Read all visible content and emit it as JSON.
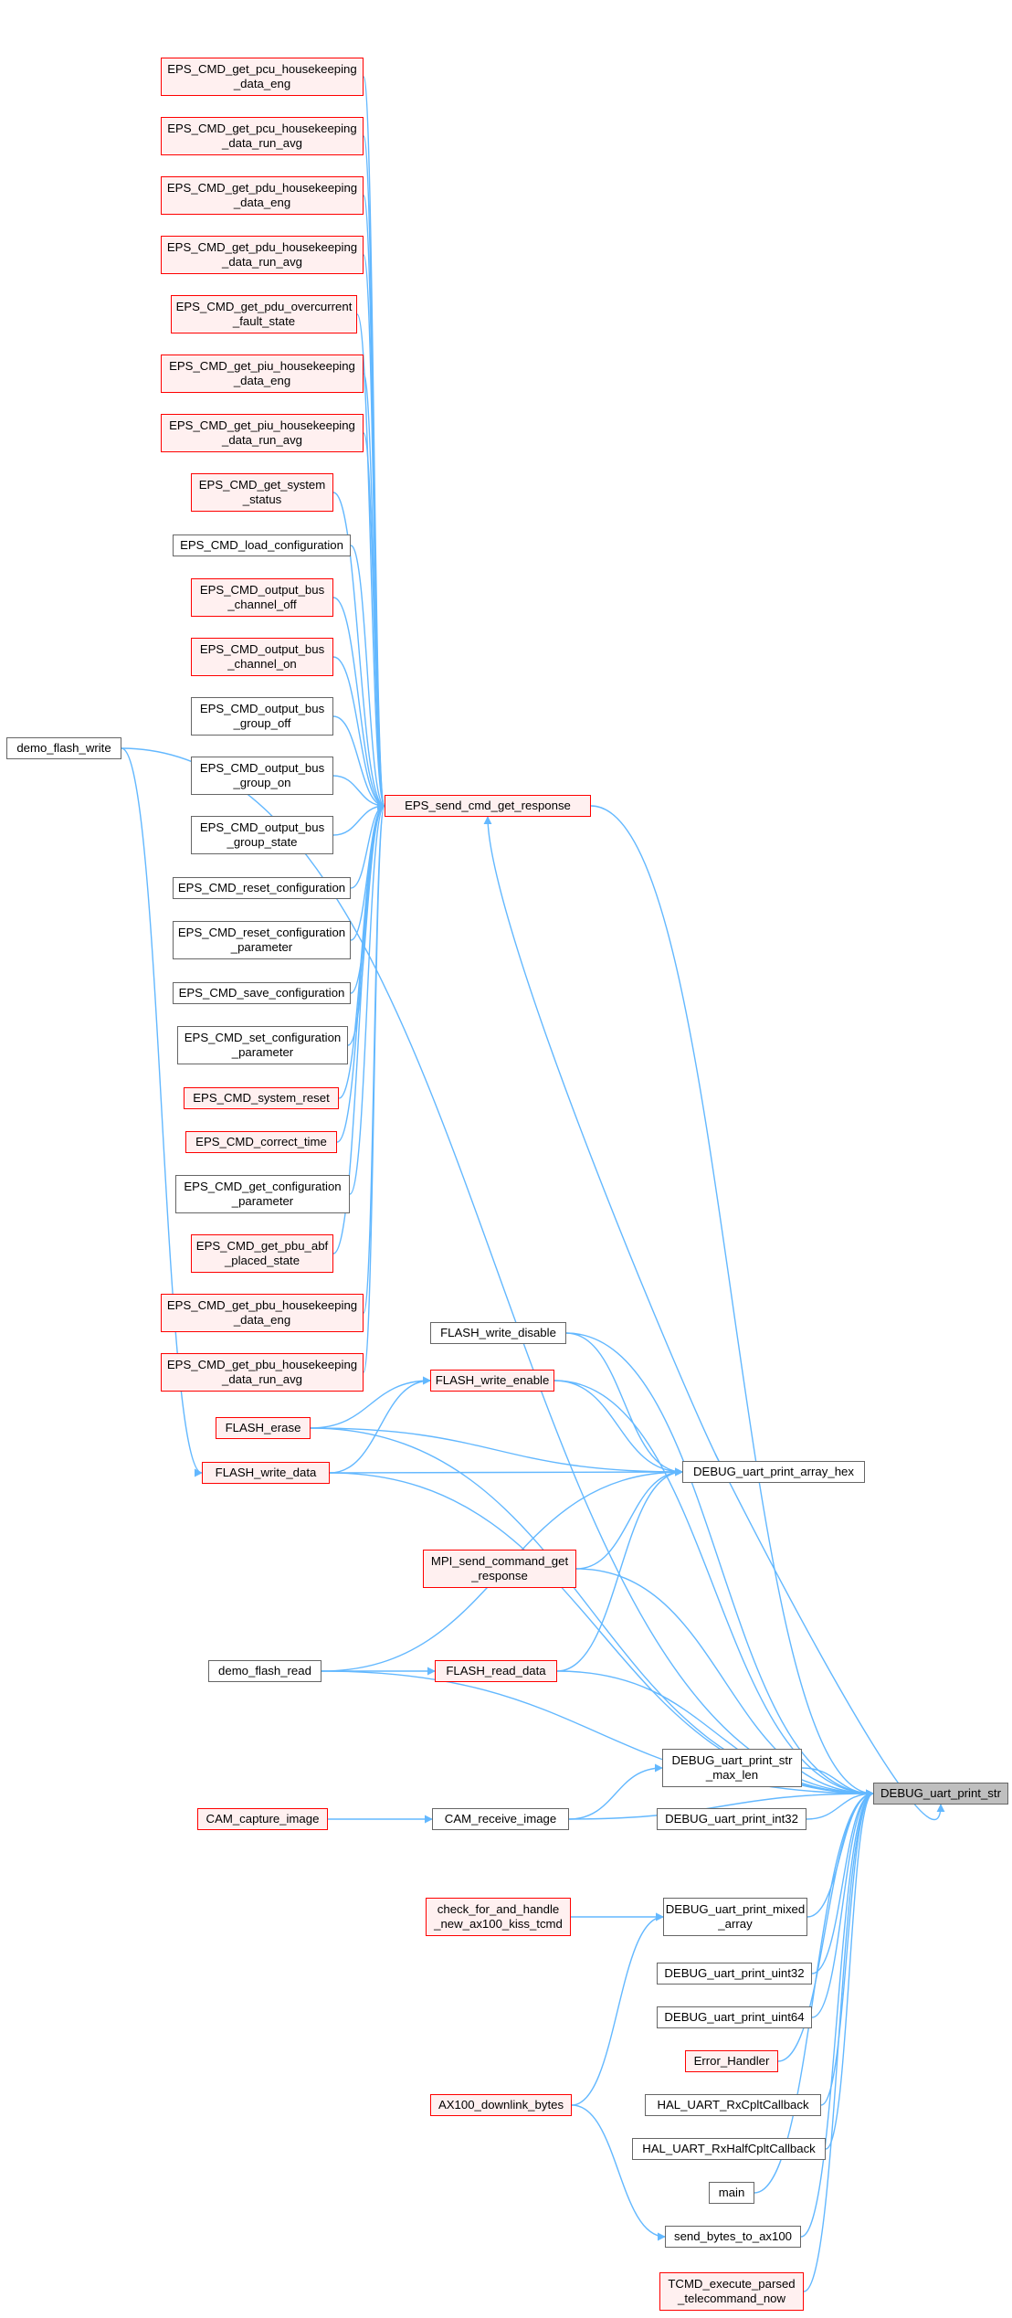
{
  "graph": {
    "edge_color": "#63b8ff",
    "node_border": "#666666",
    "node_border_highlight": "#ff0000",
    "node_fill_highlight": "#fff0f0",
    "node_fill_focus": "#bfbfbf",
    "focus_node": "DEBUG_uart_print_str",
    "nodes": [
      {
        "id": "pcu_eng",
        "lines": [
          "EPS_CMD_get_pcu_housekeeping",
          "_data_eng"
        ],
        "style": "red"
      },
      {
        "id": "pcu_avg",
        "lines": [
          "EPS_CMD_get_pcu_housekeeping",
          "_data_run_avg"
        ],
        "style": "red"
      },
      {
        "id": "pdu_eng",
        "lines": [
          "EPS_CMD_get_pdu_housekeeping",
          "_data_eng"
        ],
        "style": "red"
      },
      {
        "id": "pdu_avg",
        "lines": [
          "EPS_CMD_get_pdu_housekeeping",
          "_data_run_avg"
        ],
        "style": "red"
      },
      {
        "id": "pdu_oc",
        "lines": [
          "EPS_CMD_get_pdu_overcurrent",
          "_fault_state"
        ],
        "style": "red"
      },
      {
        "id": "piu_eng",
        "lines": [
          "EPS_CMD_get_piu_housekeeping",
          "_data_eng"
        ],
        "style": "red"
      },
      {
        "id": "piu_avg",
        "lines": [
          "EPS_CMD_get_piu_housekeeping",
          "_data_run_avg"
        ],
        "style": "red"
      },
      {
        "id": "sys_status",
        "lines": [
          "EPS_CMD_get_system",
          "_status"
        ],
        "style": "red"
      },
      {
        "id": "load_cfg",
        "lines": [
          "EPS_CMD_load_configuration"
        ],
        "style": "normal"
      },
      {
        "id": "ch_off",
        "lines": [
          "EPS_CMD_output_bus",
          "_channel_off"
        ],
        "style": "red"
      },
      {
        "id": "ch_on",
        "lines": [
          "EPS_CMD_output_bus",
          "_channel_on"
        ],
        "style": "red"
      },
      {
        "id": "grp_off",
        "lines": [
          "EPS_CMD_output_bus",
          "_group_off"
        ],
        "style": "normal"
      },
      {
        "id": "grp_on",
        "lines": [
          "EPS_CMD_output_bus",
          "_group_on"
        ],
        "style": "normal"
      },
      {
        "id": "grp_state",
        "lines": [
          "EPS_CMD_output_bus",
          "_group_state"
        ],
        "style": "normal"
      },
      {
        "id": "reset_cfg",
        "lines": [
          "EPS_CMD_reset_configuration"
        ],
        "style": "normal"
      },
      {
        "id": "reset_cfg_param",
        "lines": [
          "EPS_CMD_reset_configuration",
          "_parameter"
        ],
        "style": "normal"
      },
      {
        "id": "save_cfg",
        "lines": [
          "EPS_CMD_save_configuration"
        ],
        "style": "normal"
      },
      {
        "id": "set_cfg_param",
        "lines": [
          "EPS_CMD_set_configuration",
          "_parameter"
        ],
        "style": "normal"
      },
      {
        "id": "sys_reset",
        "lines": [
          "EPS_CMD_system_reset"
        ],
        "style": "red"
      },
      {
        "id": "correct_time",
        "lines": [
          "EPS_CMD_correct_time"
        ],
        "style": "red"
      },
      {
        "id": "get_cfg_param",
        "lines": [
          "EPS_CMD_get_configuration",
          "_parameter"
        ],
        "style": "normal"
      },
      {
        "id": "pbu_abf",
        "lines": [
          "EPS_CMD_get_pbu_abf",
          "_placed_state"
        ],
        "style": "red"
      },
      {
        "id": "pbu_eng",
        "lines": [
          "EPS_CMD_get_pbu_housekeeping",
          "_data_eng"
        ],
        "style": "red"
      },
      {
        "id": "pbu_avg",
        "lines": [
          "EPS_CMD_get_pbu_housekeeping",
          "_data_run_avg"
        ],
        "style": "red"
      },
      {
        "id": "eps_send",
        "lines": [
          "EPS_send_cmd_get_response"
        ],
        "style": "red"
      },
      {
        "id": "demo_write",
        "lines": [
          "demo_flash_write"
        ],
        "style": "normal"
      },
      {
        "id": "flash_wd",
        "lines": [
          "FLASH_write_disable"
        ],
        "style": "normal"
      },
      {
        "id": "flash_we",
        "lines": [
          "FLASH_write_enable"
        ],
        "style": "red"
      },
      {
        "id": "flash_erase",
        "lines": [
          "FLASH_erase"
        ],
        "style": "red"
      },
      {
        "id": "flash_wdata",
        "lines": [
          "FLASH_write_data"
        ],
        "style": "red"
      },
      {
        "id": "print_hex",
        "lines": [
          "DEBUG_uart_print_array_hex"
        ],
        "style": "normal"
      },
      {
        "id": "mpi_send",
        "lines": [
          "MPI_send_command_get",
          "_response"
        ],
        "style": "red"
      },
      {
        "id": "demo_read",
        "lines": [
          "demo_flash_read"
        ],
        "style": "normal"
      },
      {
        "id": "flash_rdata",
        "lines": [
          "FLASH_read_data"
        ],
        "style": "red"
      },
      {
        "id": "print_str_max",
        "lines": [
          "DEBUG_uart_print_str",
          "_max_len"
        ],
        "style": "normal"
      },
      {
        "id": "print_str",
        "lines": [
          "DEBUG_uart_print_str"
        ],
        "style": "focus"
      },
      {
        "id": "cam_capture",
        "lines": [
          "CAM_capture_image"
        ],
        "style": "red"
      },
      {
        "id": "cam_receive",
        "lines": [
          "CAM_receive_image"
        ],
        "style": "normal"
      },
      {
        "id": "print_int32",
        "lines": [
          "DEBUG_uart_print_int32"
        ],
        "style": "normal"
      },
      {
        "id": "check_ax100",
        "lines": [
          "check_for_and_handle",
          "_new_ax100_kiss_tcmd"
        ],
        "style": "red"
      },
      {
        "id": "print_mixed",
        "lines": [
          "DEBUG_uart_print_mixed",
          "_array"
        ],
        "style": "normal"
      },
      {
        "id": "print_uint32",
        "lines": [
          "DEBUG_uart_print_uint32"
        ],
        "style": "normal"
      },
      {
        "id": "print_uint64",
        "lines": [
          "DEBUG_uart_print_uint64"
        ],
        "style": "normal"
      },
      {
        "id": "error_handler",
        "lines": [
          "Error_Handler"
        ],
        "style": "red"
      },
      {
        "id": "hal_rx",
        "lines": [
          "HAL_UART_RxCpltCallback"
        ],
        "style": "normal"
      },
      {
        "id": "hal_rxhalf",
        "lines": [
          "HAL_UART_RxHalfCpltCallback"
        ],
        "style": "normal"
      },
      {
        "id": "ax100_down",
        "lines": [
          "AX100_downlink_bytes"
        ],
        "style": "red"
      },
      {
        "id": "main",
        "lines": [
          "main"
        ],
        "style": "normal"
      },
      {
        "id": "send_ax100",
        "lines": [
          "send_bytes_to_ax100"
        ],
        "style": "normal"
      },
      {
        "id": "tcmd_exec",
        "lines": [
          "TCMD_execute_parsed",
          "_telecommand_now"
        ],
        "style": "red"
      }
    ],
    "edges": [
      [
        "demo_write",
        "print_str"
      ],
      [
        "demo_write",
        "flash_wdata"
      ],
      [
        "pcu_eng",
        "eps_send"
      ],
      [
        "pcu_avg",
        "eps_send"
      ],
      [
        "pdu_eng",
        "eps_send"
      ],
      [
        "pdu_avg",
        "eps_send"
      ],
      [
        "pdu_oc",
        "eps_send"
      ],
      [
        "piu_eng",
        "eps_send"
      ],
      [
        "piu_avg",
        "eps_send"
      ],
      [
        "sys_status",
        "eps_send"
      ],
      [
        "load_cfg",
        "eps_send"
      ],
      [
        "ch_off",
        "eps_send"
      ],
      [
        "ch_on",
        "eps_send"
      ],
      [
        "grp_off",
        "eps_send"
      ],
      [
        "grp_on",
        "eps_send"
      ],
      [
        "grp_state",
        "eps_send"
      ],
      [
        "reset_cfg",
        "eps_send"
      ],
      [
        "reset_cfg_param",
        "eps_send"
      ],
      [
        "save_cfg",
        "eps_send"
      ],
      [
        "set_cfg_param",
        "eps_send"
      ],
      [
        "sys_reset",
        "eps_send"
      ],
      [
        "correct_time",
        "eps_send"
      ],
      [
        "get_cfg_param",
        "eps_send"
      ],
      [
        "pbu_abf",
        "eps_send"
      ],
      [
        "pbu_eng",
        "eps_send"
      ],
      [
        "pbu_avg",
        "eps_send"
      ],
      [
        "eps_send",
        "print_str"
      ],
      [
        "print_hex",
        "eps_send"
      ],
      [
        "flash_wd",
        "print_str"
      ],
      [
        "flash_wd",
        "print_hex"
      ],
      [
        "flash_we",
        "print_str"
      ],
      [
        "flash_we",
        "print_hex"
      ],
      [
        "flash_erase",
        "flash_we"
      ],
      [
        "flash_erase",
        "print_hex"
      ],
      [
        "flash_erase",
        "print_str"
      ],
      [
        "flash_wdata",
        "flash_we"
      ],
      [
        "flash_wdata",
        "print_hex"
      ],
      [
        "flash_wdata",
        "print_str"
      ],
      [
        "print_hex",
        "print_str"
      ],
      [
        "mpi_send",
        "print_hex"
      ],
      [
        "mpi_send",
        "print_str"
      ],
      [
        "demo_read",
        "print_hex"
      ],
      [
        "demo_read",
        "flash_rdata"
      ],
      [
        "demo_read",
        "print_str"
      ],
      [
        "flash_rdata",
        "print_hex"
      ],
      [
        "flash_rdata",
        "print_str"
      ],
      [
        "print_str_max",
        "print_str"
      ],
      [
        "cam_capture",
        "cam_receive"
      ],
      [
        "cam_receive",
        "print_str_max"
      ],
      [
        "cam_receive",
        "print_str"
      ],
      [
        "print_int32",
        "print_str"
      ],
      [
        "check_ax100",
        "print_mixed"
      ],
      [
        "print_mixed",
        "print_str"
      ],
      [
        "print_uint32",
        "print_str"
      ],
      [
        "print_uint64",
        "print_str"
      ],
      [
        "error_handler",
        "print_str"
      ],
      [
        "hal_rx",
        "print_str"
      ],
      [
        "hal_rxhalf",
        "print_str"
      ],
      [
        "ax100_down",
        "print_mixed"
      ],
      [
        "ax100_down",
        "send_ax100"
      ],
      [
        "main",
        "print_str"
      ],
      [
        "send_ax100",
        "print_str"
      ],
      [
        "tcmd_exec",
        "print_str"
      ]
    ]
  }
}
